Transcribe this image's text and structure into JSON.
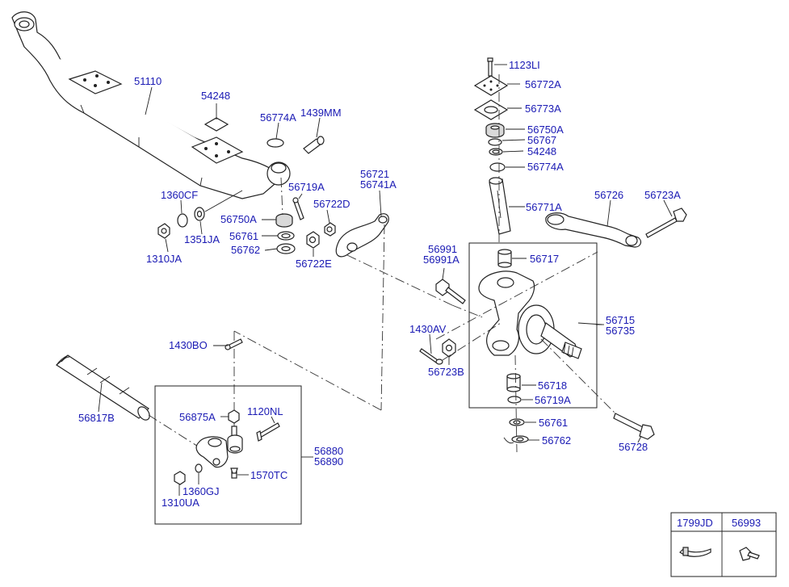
{
  "labels": {
    "p51110": "51110",
    "p54248_axle": "54248",
    "p56774A_left": "56774A",
    "p1439MM": "1439MM",
    "p1360CF": "1360CF",
    "p56719A_left": "56719A",
    "p56722D": "56722D",
    "p56750A_left": "56750A",
    "p56761_left": "56761",
    "p56762_left": "56762",
    "p1351JA": "1351JA",
    "p1310JA": "1310JA",
    "p56722E": "56722E",
    "p56721": "56721",
    "p56741A": "56741A",
    "p1123LI": "1123LI",
    "p56772A": "56772A",
    "p56773A": "56773A",
    "p56750A_right": "56750A",
    "p56767": "56767",
    "p54248_right": "54248",
    "p56774A_right": "56774A",
    "p56771A": "56771A",
    "p56726": "56726",
    "p56723A": "56723A",
    "p56991": "56991",
    "p56991A": "56991A",
    "p56717": "56717",
    "p56715": "56715",
    "p56735": "56735",
    "p1430AV": "1430AV",
    "p56723B": "56723B",
    "p56718": "56718",
    "p56719A_right": "56719A",
    "p56761_right": "56761",
    "p56762_right": "56762",
    "p56728": "56728",
    "p1430BO": "1430BO",
    "p56817B": "56817B",
    "p56875A": "56875A",
    "p1120NL": "1120NL",
    "p56880": "56880",
    "p56890": "56890",
    "p1360GJ": "1360GJ",
    "p1310UA": "1310UA",
    "p1570TC": "1570TC"
  },
  "legend": {
    "col1": "1799JD",
    "col2": "56993"
  },
  "colors": {
    "label": "#1a1ab4",
    "line": "#222222"
  }
}
